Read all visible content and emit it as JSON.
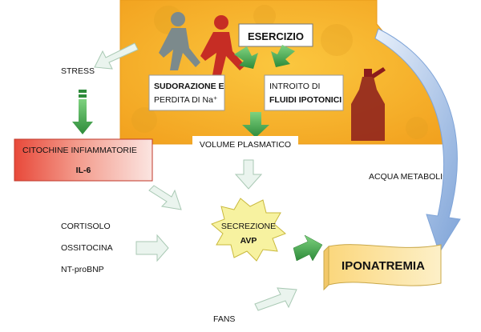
{
  "nodes": {
    "esercizio": "ESERCIZIO",
    "sudorazione_line1": "SUDORAZIONE E",
    "sudorazione_line2": "PERDITA DI  Na⁺",
    "introito_line1": "INTROITO DI",
    "introito_line2": "FLUIDI IPOTONICI",
    "volume_plasmatico": "VOLUME PLASMATICO",
    "stress": "STRESS",
    "citochine_line1": "CITOCHINE INFIAMMATORIE",
    "citochine_line2": "IL-6",
    "acqua_metabolica": "ACQUA METABOLICA",
    "cortisolo": "CORTISOLO",
    "ossitocina": "OSSITOCINA",
    "nt_probnp": "NT-proBNP",
    "secrezione_line1": "SECREZIONE",
    "secrezione_line2": "AVP",
    "iponatremia": "IPONATREMIA",
    "fans": "FANS"
  },
  "colors": {
    "panel_orange": "#f6b22c",
    "panel_edge": "#e89a1a",
    "green_arrow": "#4caf50",
    "green_arrow_dark": "#2e7d32",
    "hollow_arrow": "#cfe7d8",
    "hollow_arrow_stroke": "#9cc7ab",
    "blue_arrow": "#7fa4d8",
    "citochine_red": "#e8493a",
    "citochine_pink": "#fbe0dc",
    "star_fill": "#f7f2a0",
    "iponatremia_fill": "#fde7a8",
    "runner_grey": "#7c8a8c",
    "runner_red": "#c62d24"
  }
}
